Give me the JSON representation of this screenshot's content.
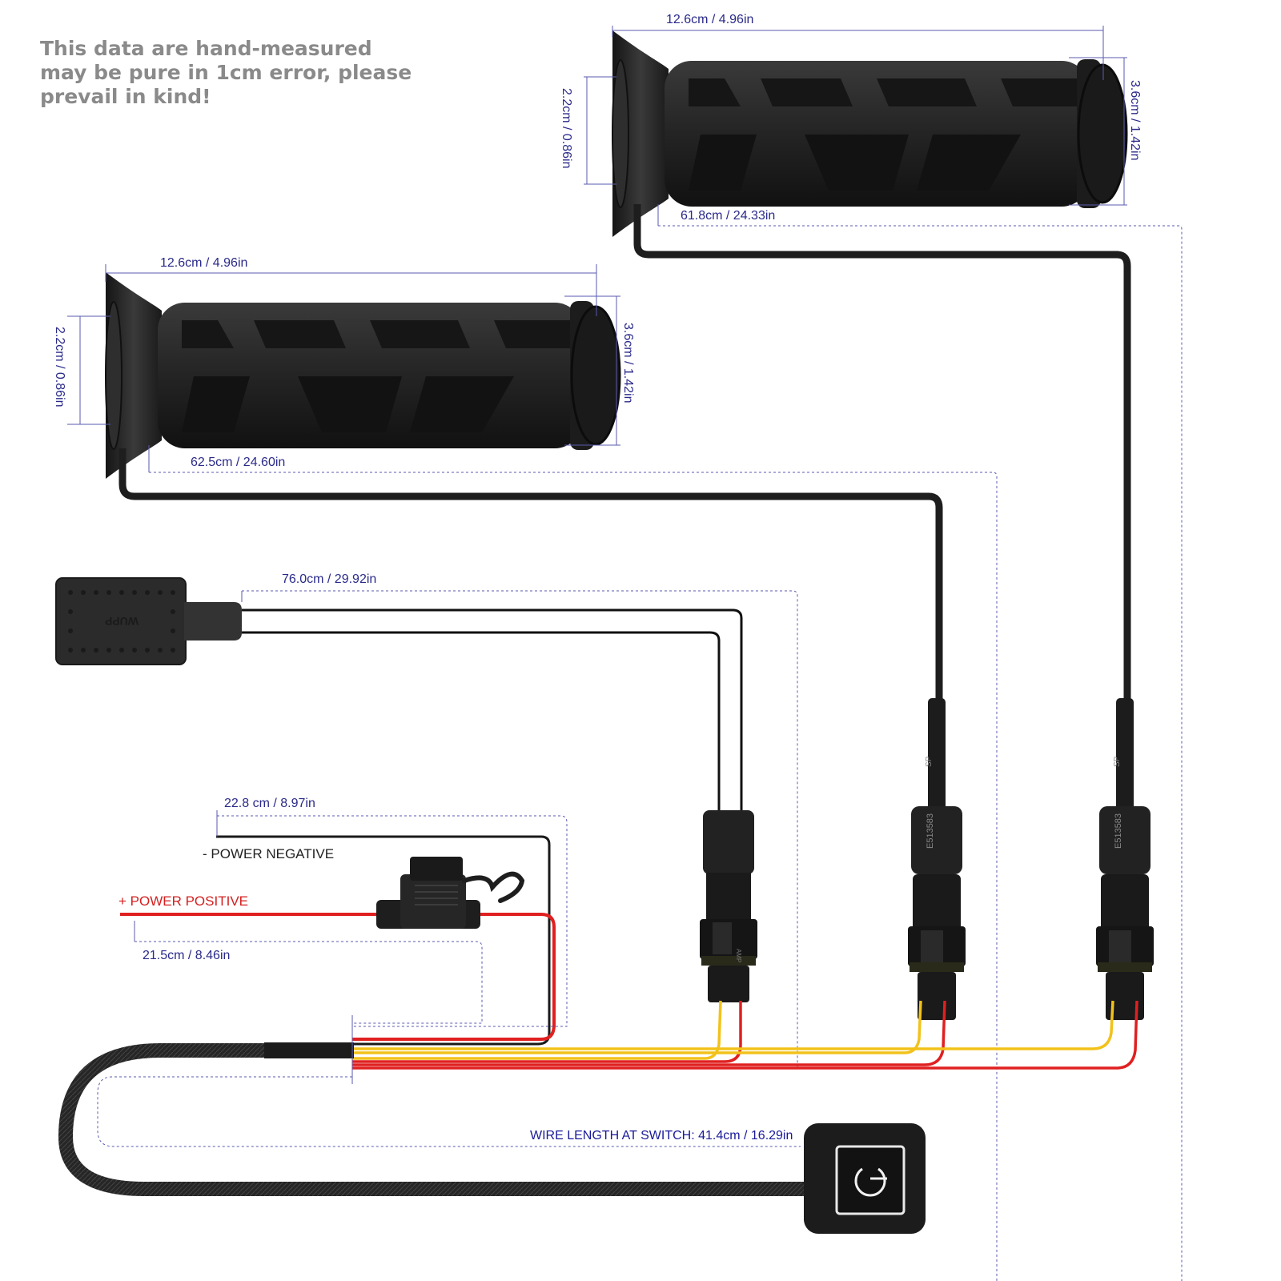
{
  "note": "This data are hand-measured may be pure in 1cm error, please prevail in kind!",
  "grip_upper": {
    "length_label": "12.6cm / 4.96in",
    "inner_diameter_label": "2.2cm / 0.86in",
    "outer_diameter_label": "3.6cm / 1.42in",
    "cable_label": "61.8cm / 24.33in"
  },
  "grip_lower": {
    "length_label": "12.6cm / 4.96in",
    "inner_diameter_label": "2.2cm / 0.86in",
    "outer_diameter_label": "3.6cm / 1.42in",
    "cable_label": "62.5cm / 24.60in"
  },
  "pad": {
    "cable_label": "76.0cm / 29.92in",
    "embossed_text": "WUPP"
  },
  "power": {
    "negative_length": "22.8 cm /  8.97in",
    "negative_label": "- POWER NEGATIVE",
    "positive_label": "+ POWER POSITIVE",
    "positive_length": "21.5cm / 8.46in"
  },
  "switch": {
    "wire_label": "WIRE LENGTH AT SWITCH:  41.4cm / 16.29in"
  },
  "connectors": {
    "marking_text": "E513583",
    "brand_text": "AMP",
    "cert_text": "SP"
  },
  "colors": {
    "cable": "#1e1e1e",
    "grip": "#1f1f1f",
    "wire_red": "#e02020",
    "wire_yellow": "#f2c21a",
    "dimension": "#2a2a8a",
    "positive_text": "#d42020"
  }
}
